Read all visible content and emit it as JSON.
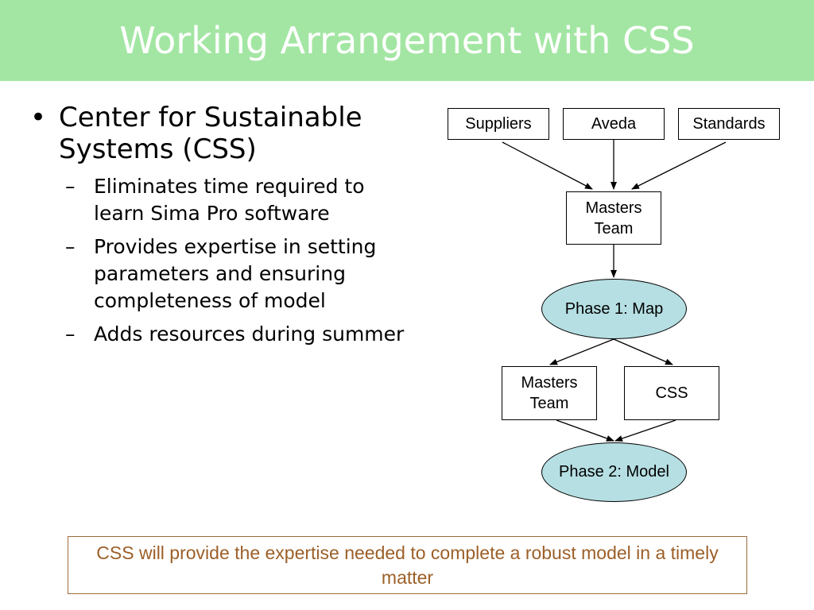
{
  "title": "Working Arrangement with CSS",
  "bullets": {
    "main": "Center for Sustainable Systems (CSS)",
    "main_marker": "•",
    "sub_marker": "–",
    "subs": [
      "Eliminates time required to learn Sima Pro software",
      "Provides expertise in setting parameters and ensuring completeness of model",
      "Adds resources during summer"
    ]
  },
  "diagram": {
    "nodes": {
      "suppliers": "Suppliers",
      "aveda": "Aveda",
      "standards": "Standards",
      "masters_team_1": "Masters Team",
      "phase1": "Phase 1: Map",
      "masters_team_2": "Masters Team",
      "css": "CSS",
      "phase2": "Phase 2: Model"
    },
    "edges": [
      [
        "suppliers",
        "masters_team_1"
      ],
      [
        "aveda",
        "masters_team_1"
      ],
      [
        "standards",
        "masters_team_1"
      ],
      [
        "masters_team_1",
        "phase1"
      ],
      [
        "phase1",
        "masters_team_2"
      ],
      [
        "phase1",
        "css"
      ],
      [
        "masters_team_2",
        "phase2"
      ],
      [
        "css",
        "phase2"
      ]
    ]
  },
  "callout": "CSS will provide the expertise needed to complete a robust model in a timely matter",
  "colors": {
    "title_bar": "#a3e6a3",
    "ellipse_fill": "#b6dfe3",
    "callout_text": "#9c5f28"
  }
}
